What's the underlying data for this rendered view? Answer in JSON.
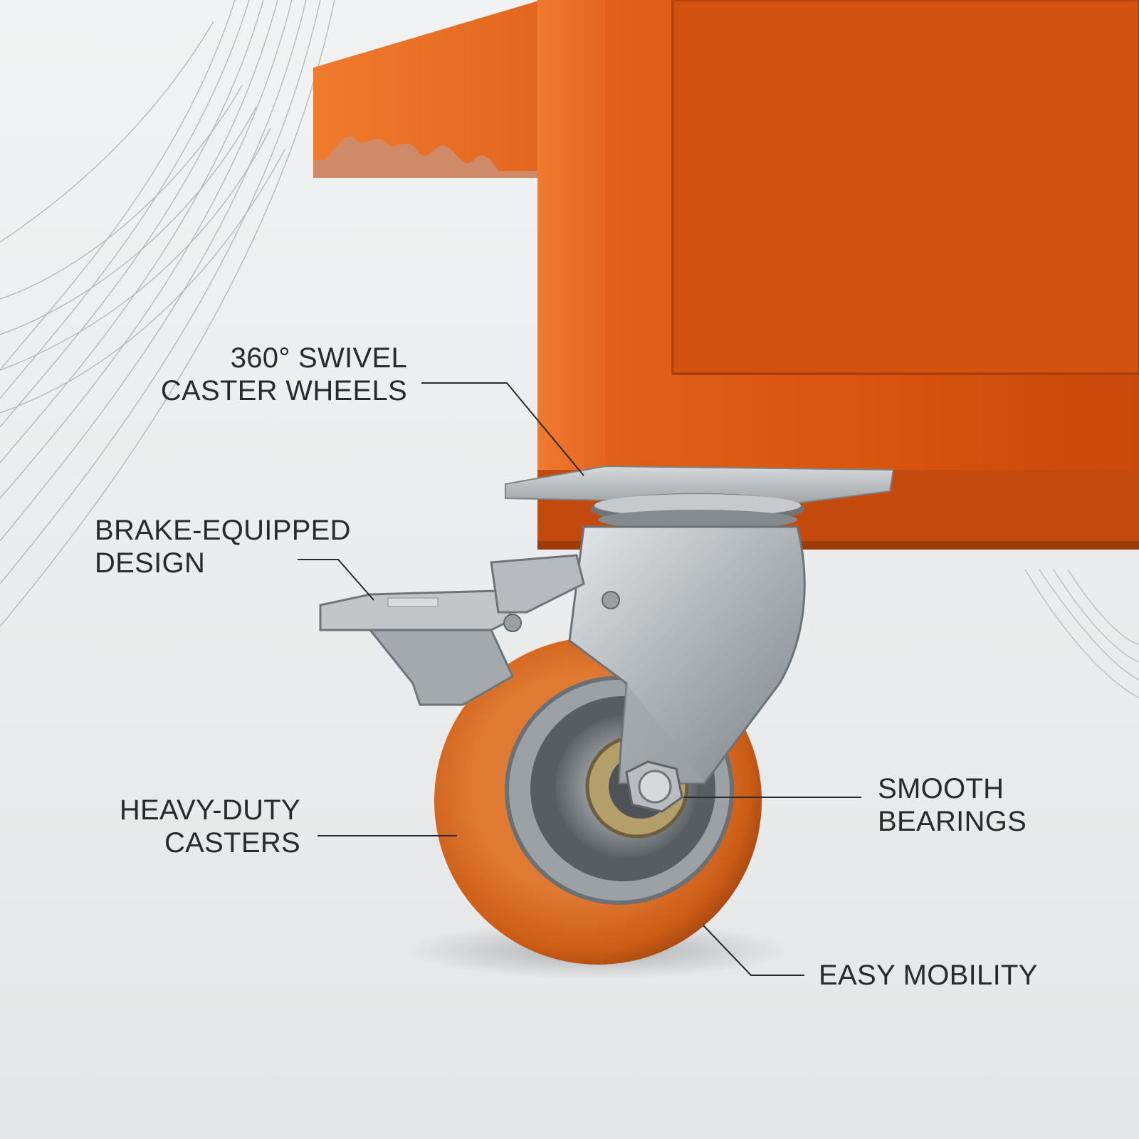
{
  "callouts": {
    "swivel": {
      "line1": "360° SWIVEL",
      "line2": "CASTER WHEELS"
    },
    "brake": {
      "line1": "BRAKE-EQUIPPED",
      "line2": "DESIGN"
    },
    "heavy_duty": {
      "line1": "HEAVY-DUTY",
      "line2": "CASTERS"
    },
    "bearings": {
      "line1": "SMOOTH",
      "line2": "BEARINGS"
    },
    "mobility": {
      "line1": "EASY MOBILITY"
    }
  },
  "colors": {
    "background": "#eceeef",
    "cabinet_orange": "#d9540e",
    "wheel_orange": "#d2631a",
    "steel": "#b4b8bc",
    "text": "#2a2a2c",
    "leader_line": "#2a2a2c"
  },
  "icons": [
    "swivel-caster-illustration",
    "cabinet-illustration"
  ]
}
